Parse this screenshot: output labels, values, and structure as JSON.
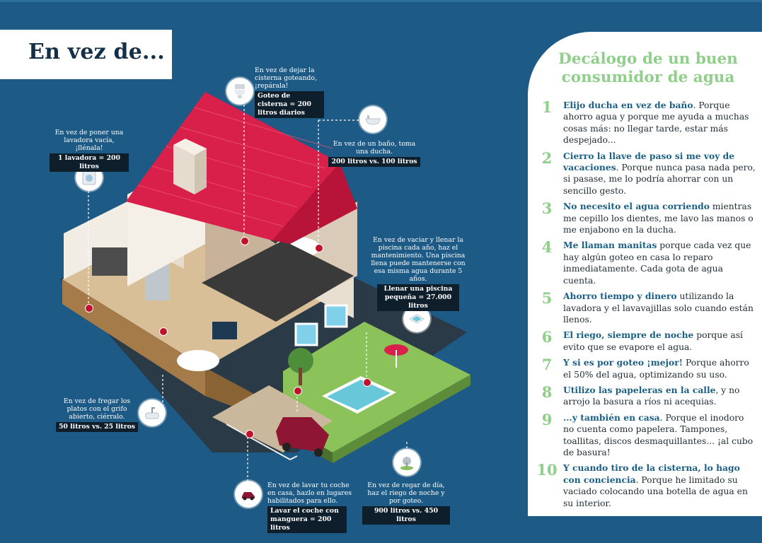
{
  "header": {
    "title": "En vez de..."
  },
  "tips": {
    "cisterna": {
      "text": "En vez de dejar la cisterna goteando, ¡repárala!",
      "stat": "Goteo de cisterna = 200 litros diarios"
    },
    "lavadora": {
      "text": "En vez de poner una lavadora vacía, ¡llénala!",
      "stat": "1 lavadora = 200 litros"
    },
    "bano": {
      "text": "En vez de un baño, toma una ducha.",
      "stat": "200 litros vs. 100 litros"
    },
    "piscina": {
      "text": "En vez de vaciar y llenar la piscina cada año, haz el mantenimiento. Una piscina llena puede mantenerse con esa misma agua durante 5 años.",
      "stat": "Llenar una piscina pequeña = 27.000 litros"
    },
    "platos": {
      "text": "En vez de fregar los platos con el grifo abierto, ciérralo.",
      "stat": "50 litros vs. 25 litros"
    },
    "coche": {
      "text": "En vez de lavar tu coche en casa, hazlo en lugares habilitados para ello.",
      "stat": "Lavar el coche con manguera = 200 litros"
    },
    "riego": {
      "text": "En vez de regar de día, haz el riego de noche y por goteo.",
      "stat": "900 litros vs. 450 litros"
    }
  },
  "decalogo": {
    "title": "Decálogo de un buen consumidor de agua",
    "items": [
      {
        "num": "1",
        "bold": "Elijo ducha en vez de baño",
        "text": ". Porque ahorro agua y porque me ayuda a muchas cosas más: no llegar tarde, estar más despejado..."
      },
      {
        "num": "2",
        "bold": "Cierro la llave de paso si me voy de vacaciones",
        "text": ". Porque nunca pasa nada pero, si pasase, me lo podría ahorrar con un sencillo gesto."
      },
      {
        "num": "3",
        "bold": "No necesito el agua corriendo",
        "text": " mientras me cepillo los dientes, me lavo las manos o me enjabono en la ducha."
      },
      {
        "num": "4",
        "bold": "Me llaman manitas",
        "text": " porque cada vez que hay algún goteo en casa lo reparo inmediatamente. Cada gota de agua cuenta."
      },
      {
        "num": "5",
        "bold": "Ahorro tiempo y dinero",
        "text": " utilizando la lavadora y el lavavajillas solo cuando están llenos."
      },
      {
        "num": "6",
        "bold": "El riego, siempre de noche",
        "text": " porque así evito que se evapore el agua."
      },
      {
        "num": "7",
        "bold": "Y si es por goteo ¡mejor!",
        "text": " Porque ahorro el 50% del agua, optimizando su uso."
      },
      {
        "num": "8",
        "bold": "Utilizo las papeleras en la calle",
        "text": ", y no arrojo la basura a ríos ni acequias."
      },
      {
        "num": "9",
        "bold": "...y también en casa",
        "text": ". Porque el inodoro no cuenta como papelera. Tampones, toallitas, discos desmaquillantes... ¡al cubo de basura!"
      },
      {
        "num": "10",
        "bold": "Y cuando tiro de la cisterna, lo hago con conciencia",
        "text": ". Porque he limitado su vaciado colocando una botella de agua en su interior."
      }
    ]
  },
  "colors": {
    "background": "#1d5a85",
    "accent_green": "#8fcf8a",
    "roof": "#d8204b",
    "marker": "#c0122c"
  },
  "icons": [
    "toilet-icon",
    "washing-machine-icon",
    "bathtub-icon",
    "pool-icon",
    "sink-icon",
    "car-icon",
    "sprinkler-icon"
  ]
}
